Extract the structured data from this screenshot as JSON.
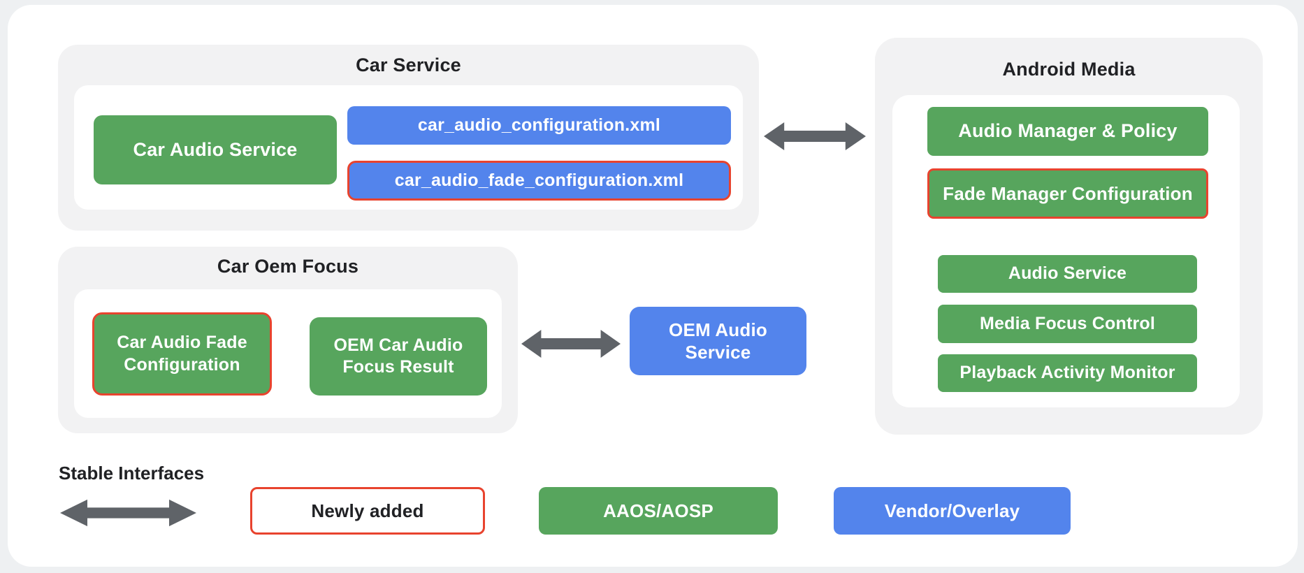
{
  "colors": {
    "page_bg": "#eef0f2",
    "card_bg": "#ffffff",
    "group_bg": "#f2f2f3",
    "aaos_green": "#57a55d",
    "vendor_blue": "#5384ec",
    "highlight_red": "#e8432e",
    "arrow_gray": "#5f6368",
    "title_text": "#202124"
  },
  "groups": {
    "car_service": {
      "title": "Car Service",
      "car_audio_service": "Car Audio Service",
      "config_xml": "car_audio_configuration.xml",
      "fade_config_xml": "car_audio_fade_configuration.xml"
    },
    "android_media": {
      "title": "Android Media",
      "items": [
        "Audio Manager & Policy",
        "Fade Manager Configuration",
        "Audio Service",
        "Media Focus Control",
        "Playback Activity Monitor"
      ]
    },
    "car_oem_focus": {
      "title": "Car Oem Focus",
      "fade_configuration": "Car Audio Fade Configuration",
      "focus_result": "OEM Car Audio Focus Result"
    },
    "oem_audio_service": {
      "label": "OEM Audio Service"
    }
  },
  "legend": {
    "stable_interfaces": "Stable Interfaces",
    "newly_added": "Newly added",
    "aaos_aosp": "AAOS/AOSP",
    "vendor_overlay": "Vendor/Overlay"
  }
}
